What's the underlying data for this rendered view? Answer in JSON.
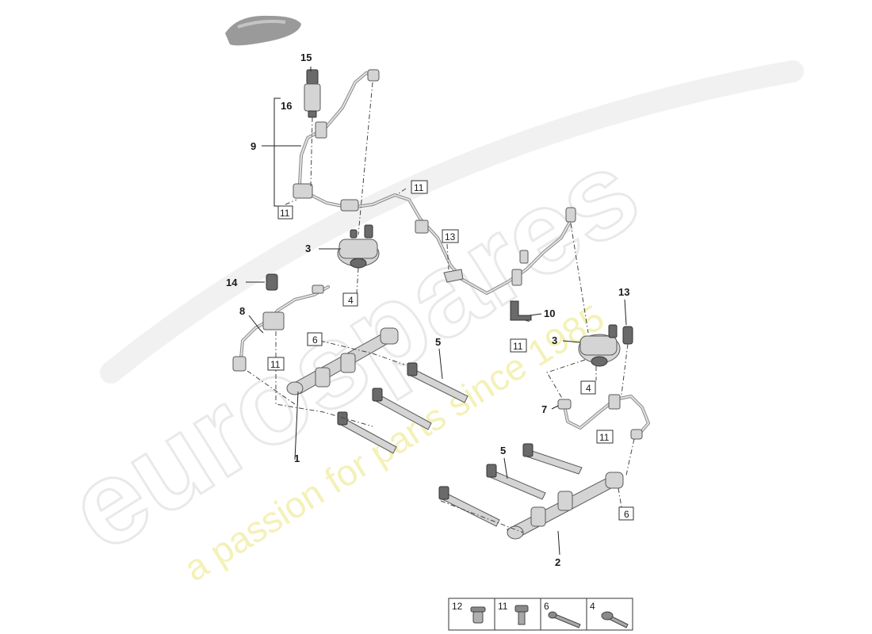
{
  "watermark": {
    "brand": "eurospares",
    "tagline": "a passion for parts since 1985"
  },
  "callouts": {
    "p1": "1",
    "p2": "2",
    "p3a": "3",
    "p3b": "3",
    "p5a": "5",
    "p5b": "5",
    "p7": "7",
    "p8": "8",
    "p9": "9",
    "p10": "10",
    "p13": "13",
    "p14": "14",
    "p15": "15",
    "p16": "16"
  },
  "ref_boxes": {
    "b11_left": "11",
    "b11_top": "11",
    "b13": "13",
    "b4_top": "4",
    "b6_left": "6",
    "b11_mid": "11",
    "b11_10": "11",
    "b4_right": "4",
    "b11_right": "11",
    "b6_right": "6"
  },
  "legend": {
    "cells": [
      {
        "num": "12"
      },
      {
        "num": "11"
      },
      {
        "num": "6"
      },
      {
        "num": "4"
      }
    ]
  }
}
